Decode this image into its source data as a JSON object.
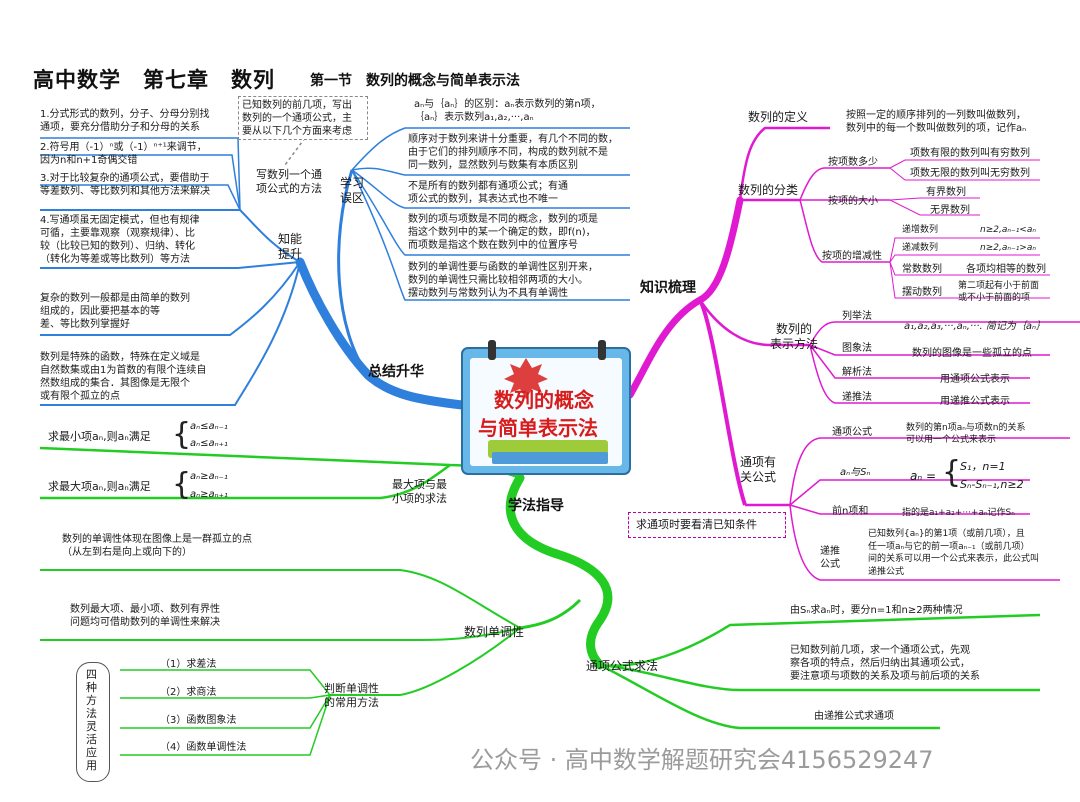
{
  "header": {
    "title": "高中数学　第七章　数列",
    "subtitle": "第一节　数列的概念与简单表示法"
  },
  "center": {
    "line1": "数列的概念",
    "line2": "与简单表示法"
  },
  "branches": {
    "zongjie": "总结升华",
    "zhishi": "知识梳理",
    "xuefa": "学法指导",
    "zhineng": [
      "知能",
      "提升"
    ],
    "xuexi": [
      "学习",
      "误区"
    ]
  },
  "left_top": {
    "callout": [
      "已知数列的前几项，写出",
      "数列的一个通项公式，主",
      "要从以下几个方面来考虑"
    ],
    "method_label": [
      "写数列一个通",
      "项公式的方法"
    ],
    "items": [
      [
        "1.分式形式的数列，分子、分母分别找",
        "通项，要充分借助分子和分母的关系"
      ],
      [
        "2.符号用（-1）ⁿ或（-1）ⁿ⁺¹来调节，",
        "因为n和n+1奇偶交错"
      ],
      [
        "3.对于比较复杂的通项公式，要借助于",
        "等差数列、等比数列和其他方法来解决"
      ],
      [
        "4.写通项虽无固定模式，但也有规律",
        "可循，主要靠观察（观察规律）、比",
        "较（比较已知的数列）、归纳、转化",
        "（转化为等差或等比数列）等方法"
      ]
    ],
    "complex": [
      "复杂的数列一般都是由简单的数列",
      "组成的，因此要把基本的等",
      "差、等比数列掌握好"
    ],
    "special": [
      "数列是特殊的函数，特殊在定义域是",
      "自然数集或由1为首数的有限个连续自",
      "然数组成的集合．其图像是无限个",
      "或有限个孤立的点"
    ]
  },
  "wuqu": {
    "items": [
      [
        "aₙ与｛aₙ｝的区别：aₙ表示数列的第n项，",
        "｛aₙ｝表示数列a₁,a₂,···,aₙ"
      ],
      [
        "顺序对于数列来讲十分重要，有几个不同的数，",
        "由于它们的排列顺序不同，构成的数列就不是",
        "同一数列，显然数列与数集有本质区别"
      ],
      [
        "不是所有的数列都有通项公式；有通",
        "项公式的数列，其表达式也不唯一"
      ],
      [
        "数列的项与项数是不同的概念，数列的项是",
        "指这个数列中的某一个确定的数，即f(n)，",
        "而项数是指这个数在数列中的位置序号"
      ],
      [
        "数列的单调性要与函数的单调性区别开来，",
        "数列的单调性只需比较相邻两项的大小。",
        "摆动数列与常数列认为不具有单调性"
      ]
    ]
  },
  "right": {
    "def_label": "数列的定义",
    "def_text": [
      "按照一定的顺序排列的一列数叫做数列，",
      "数列中的每一个数叫做数列的项，记作aₙ"
    ],
    "class_label": "数列的分类",
    "by_count": "按项数多少",
    "finite": "项数有限的数列叫有穷数列",
    "infinite": "项数无限的数列叫无穷数列",
    "by_size": "按项的大小",
    "bounded": "有界数列",
    "unbounded": "无界数列",
    "by_trend": "按项的增减性",
    "increasing": "递增数列",
    "inc_cond": "n≥2,aₙ₋₁<aₙ",
    "decreasing": "递减数列",
    "dec_cond": "n≥2,aₙ₋₁>aₙ",
    "constant": "常数数列",
    "const_desc": "各项均相等的数列",
    "oscillating": "摆动数列",
    "osc_desc": [
      "第二项起有小于前面",
      "或不小于前面的项"
    ],
    "rep_label": [
      "数列的",
      "表示方法"
    ],
    "list_m": "列举法",
    "list_desc": "a₁,a₂,a₃,···,aₙ,···. 简记为｛aₙ｝",
    "graph_m": "图象法",
    "graph_desc": "数列的图像是一些孤立的点",
    "analytic_m": "解析法",
    "analytic_desc": "用通项公式表示",
    "recur_m": "递推法",
    "recur_desc": "用递推公式表示",
    "gen_label": [
      "通项有",
      "关公式"
    ],
    "gen_formula_m": "通项公式",
    "gen_formula_desc": [
      "数列的第n项aₙ与项数n的关系",
      "可以用一个公式来表示"
    ],
    "an_sn": "aₙ与Sₙ",
    "an_eq": "aₙ =",
    "case1": "S₁，n=1",
    "case2": "Sₙ-Sₙ₋₁,n≥2",
    "sum_m": "前n项和",
    "sum_desc": "指的是a₁+a₂+···+aₙ记作Sₙ",
    "rec_m": [
      "递推",
      "公式"
    ],
    "rec_desc": [
      "已知数列{aₙ}的第1项（或前几项），且",
      "任一项aₙ与它的前一项aₙ₋₁（或前几项）",
      "间的关系可以用一个公式来表示，此公式叫",
      "递推公式"
    ],
    "note": "求通项时要看清已知条件"
  },
  "bottom": {
    "minmax_label": [
      "最大项与最",
      "小项的求法"
    ],
    "min_text": "求最小项aₙ,则aₙ满足",
    "min_c1": "aₙ≤aₙ₋₁",
    "min_c2": "aₙ≤aₙ₊₁",
    "max_text": "求最大项aₙ,则aₙ满足",
    "max_c1": "aₙ≥aₙ₋₁",
    "max_c2": "aₙ≥aₙ₊₁",
    "mono_label": "数列单调性",
    "mono1": [
      "数列的单调性体现在图像上是一群孤立的点",
      "（从左到右是向上或向下的）"
    ],
    "mono2": [
      "数列最大项、最小项、数列有界性",
      "问题均可借助数列的单调性来解决"
    ],
    "judge_label": [
      "判断单调性",
      "的常用方法"
    ],
    "methods": [
      "（1）求差法",
      "（2）求商法",
      "（3）函数图象法",
      "（4）函数单调性法"
    ],
    "four": "四种方法灵活应用",
    "gen_solve": "通项公式求法",
    "gs1": "由Sₙ求aₙ时，要分n=1和n≥2两种情况",
    "gs2": [
      "已知数列前几项，求一个通项公式，先观",
      "察各项的特点，然后归纳出其通项公式，",
      "要注意项与项数的关系及项与前后项的关系"
    ],
    "gs3": "由递推公式求通项"
  },
  "watermark": "公众号 · 高中数学解题研究会4156529247",
  "colors": {
    "blue": "#2f7fdc",
    "magenta": "#e01ad0",
    "green": "#22cc22",
    "red": "#d81c1c",
    "card": "#67b8e8"
  }
}
